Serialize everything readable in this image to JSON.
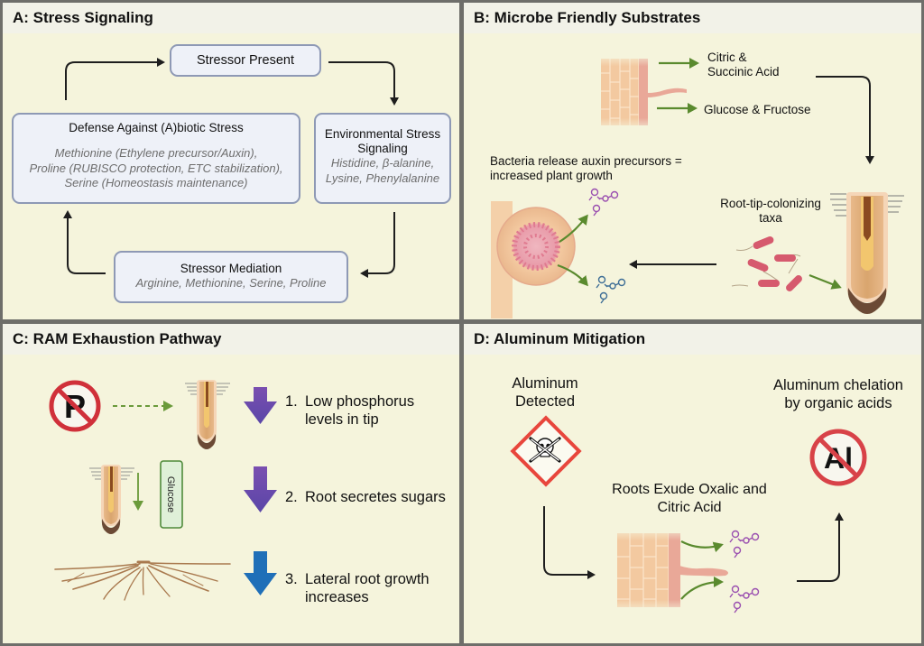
{
  "colors": {
    "panel_bg": "#f5f4dc",
    "panel_header_bg": "#f2f2e8",
    "frame": "#6e6e6a",
    "box_fill": "#eef1f8",
    "box_border": "#8e99b5",
    "arrow_dark": "#1e1e1e",
    "arrow_green": "#5a8a2e",
    "arrow_purple": "#6a4aaa",
    "arrow_blue": "#1f6fb8",
    "prohibit_red": "#d0303a",
    "hazard_red": "#e8463c",
    "molecule_purple": "#9a4fb0",
    "molecule_blue": "#3e6e96",
    "root_cell": "#f3c9a0",
    "bacteria": "#d65a6e"
  },
  "panelA": {
    "title": "A: Stress Signaling",
    "stressor_present": "Stressor Present",
    "defense": {
      "title": "Defense Against (A)biotic Stress",
      "lines": [
        "Methionine (Ethylene precursor/Auxin),",
        "Proline (RUBISCO protection, ETC stabilization),",
        "Serine (Homeostasis maintenance)"
      ]
    },
    "environmental": {
      "title_lines": [
        "Environmental Stress",
        "Signaling"
      ],
      "lines": [
        "Histidine, β-alanine,",
        "Lysine, Phenylalanine"
      ]
    },
    "mediation": {
      "title": "Stressor Mediation",
      "subtitle": "Arginine, Methionine, Serine, Proline"
    }
  },
  "panelB": {
    "title": "B: Microbe Friendly Substrates",
    "citric_lines": [
      "Citric &",
      "Succinic Acid"
    ],
    "glucose": "Glucose & Fructose",
    "bacteria_release_lines": [
      "Bacteria release auxin precursors =",
      "increased plant growth"
    ],
    "root_tip_lines": [
      "Root-tip-colonizing",
      "taxa"
    ]
  },
  "panelC": {
    "title": "C: RAM Exhaustion Pathway",
    "phosphorus_symbol": "P",
    "glucose_label": "Glucose",
    "steps": [
      {
        "num": "1.",
        "lines": [
          "Low phosphorus",
          "levels in tip"
        ]
      },
      {
        "num": "2.",
        "lines": [
          "Root secretes sugars"
        ]
      },
      {
        "num": "3.",
        "lines": [
          "Lateral root growth",
          "increases"
        ]
      }
    ]
  },
  "panelD": {
    "title": "D: Aluminum Mitigation",
    "detected_lines": [
      "Aluminum",
      "Detected"
    ],
    "exude_lines": [
      "Roots Exude Oxalic and",
      "Citric Acid"
    ],
    "chelation_lines": [
      "Aluminum chelation",
      "by organic acids"
    ],
    "al_symbol": "Al"
  }
}
